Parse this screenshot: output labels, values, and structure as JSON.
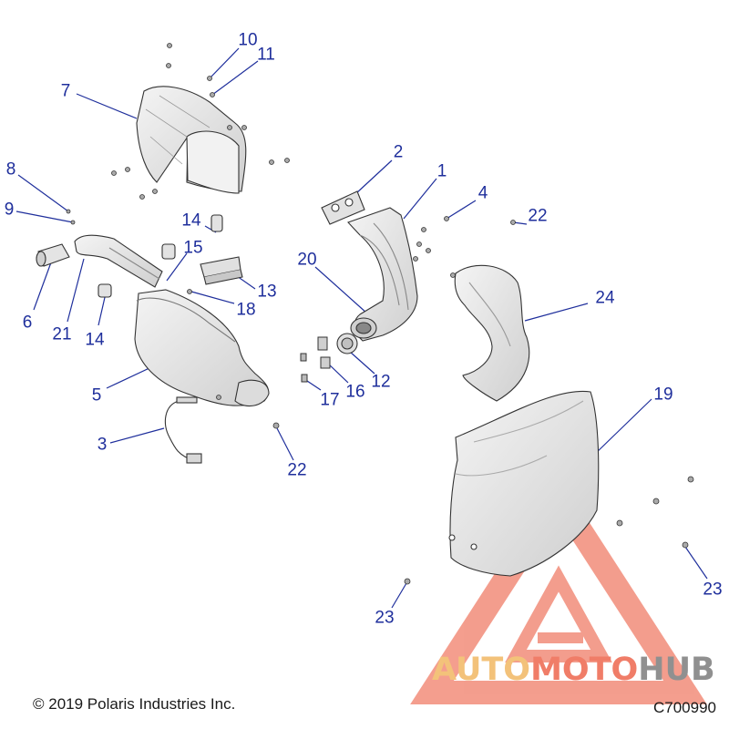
{
  "callouts": [
    {
      "id": "1",
      "text": "1"
    },
    {
      "id": "2",
      "text": "2"
    },
    {
      "id": "3",
      "text": "3"
    },
    {
      "id": "4",
      "text": "4"
    },
    {
      "id": "5",
      "text": "5"
    },
    {
      "id": "6",
      "text": "6"
    },
    {
      "id": "7",
      "text": "7"
    },
    {
      "id": "8",
      "text": "8"
    },
    {
      "id": "9",
      "text": "9"
    },
    {
      "id": "10",
      "text": "10"
    },
    {
      "id": "11",
      "text": "11"
    },
    {
      "id": "12",
      "text": "12"
    },
    {
      "id": "13",
      "text": "13"
    },
    {
      "id": "14a",
      "text": "14"
    },
    {
      "id": "14b",
      "text": "14"
    },
    {
      "id": "15",
      "text": "15"
    },
    {
      "id": "16",
      "text": "16"
    },
    {
      "id": "17",
      "text": "17"
    },
    {
      "id": "18",
      "text": "18"
    },
    {
      "id": "19",
      "text": "19"
    },
    {
      "id": "20",
      "text": "20"
    },
    {
      "id": "21",
      "text": "21"
    },
    {
      "id": "22a",
      "text": "22"
    },
    {
      "id": "22b",
      "text": "22"
    },
    {
      "id": "23a",
      "text": "23"
    },
    {
      "id": "23b",
      "text": "23"
    },
    {
      "id": "24",
      "text": "24"
    }
  ],
  "footer": {
    "copyright": "© 2019 Polaris Industries Inc.",
    "code": "C700990"
  },
  "watermark": {
    "part1": "AUTO",
    "part2": "MOTO",
    "part3": "HUB"
  },
  "colors": {
    "callout": "#1f2f9c",
    "part_fill": "#e8e8e8",
    "part_stroke": "#333333",
    "watermark_red": "#f07d68",
    "watermark_yellow": "#f3c27a",
    "watermark_gray": "#909090"
  }
}
